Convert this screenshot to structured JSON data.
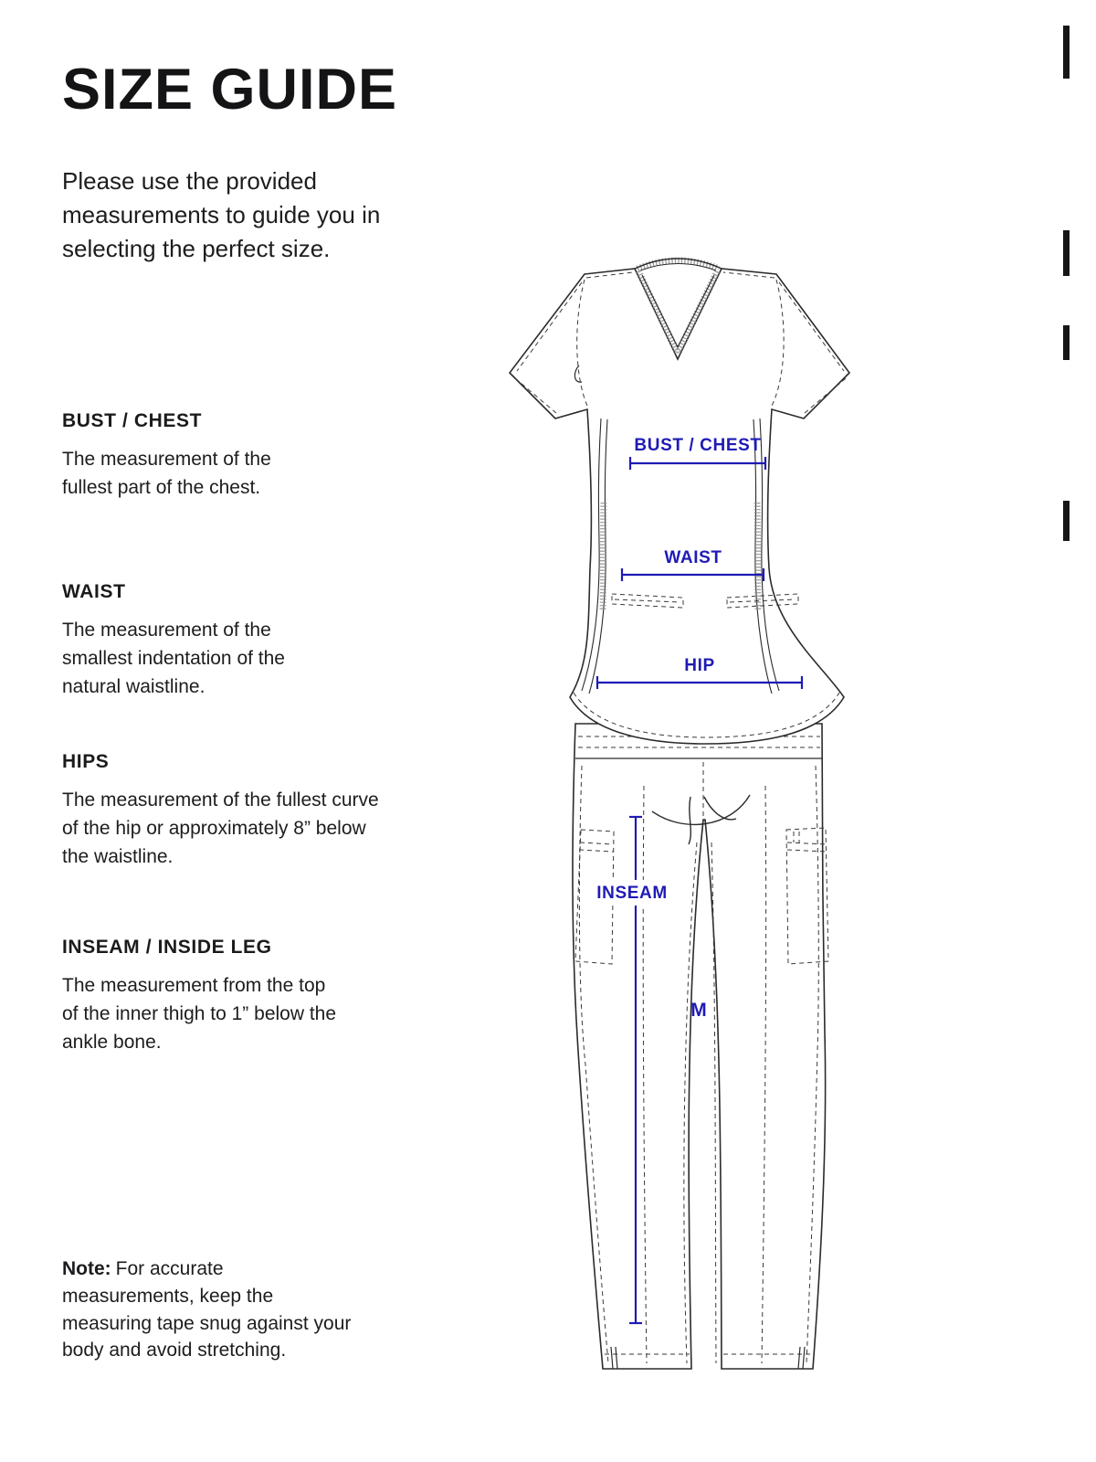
{
  "header": {
    "title": "SIZE GUIDE",
    "intro": "Please use the provided measurements to guide you in selecting the perfect size."
  },
  "sections": [
    {
      "heading": "BUST / CHEST",
      "body": "The measurement of the fullest part of the chest."
    },
    {
      "heading": "WAIST",
      "body": "The measurement of the smallest indentation of the natural waistline."
    },
    {
      "heading": "HIPS",
      "body": "The measurement of the fullest curve of the hip or approximately 8” below the waistline."
    },
    {
      "heading": "INSEAM / INSIDE LEG",
      "body": "The measurement from the top of the inner thigh to 1” below the ankle bone."
    }
  ],
  "note": {
    "label": "Note:",
    "body": "For accurate measurements, keep the measuring tape snug against your body and avoid stretching."
  },
  "diagram": {
    "labels": {
      "bust": "BUST / CHEST",
      "waist": "WAIST",
      "hip": "HIP",
      "inseam": "INSEAM",
      "size": "M"
    },
    "colors": {
      "annotation": "#1f1bb5",
      "line_art": "#2b2b2b"
    }
  }
}
